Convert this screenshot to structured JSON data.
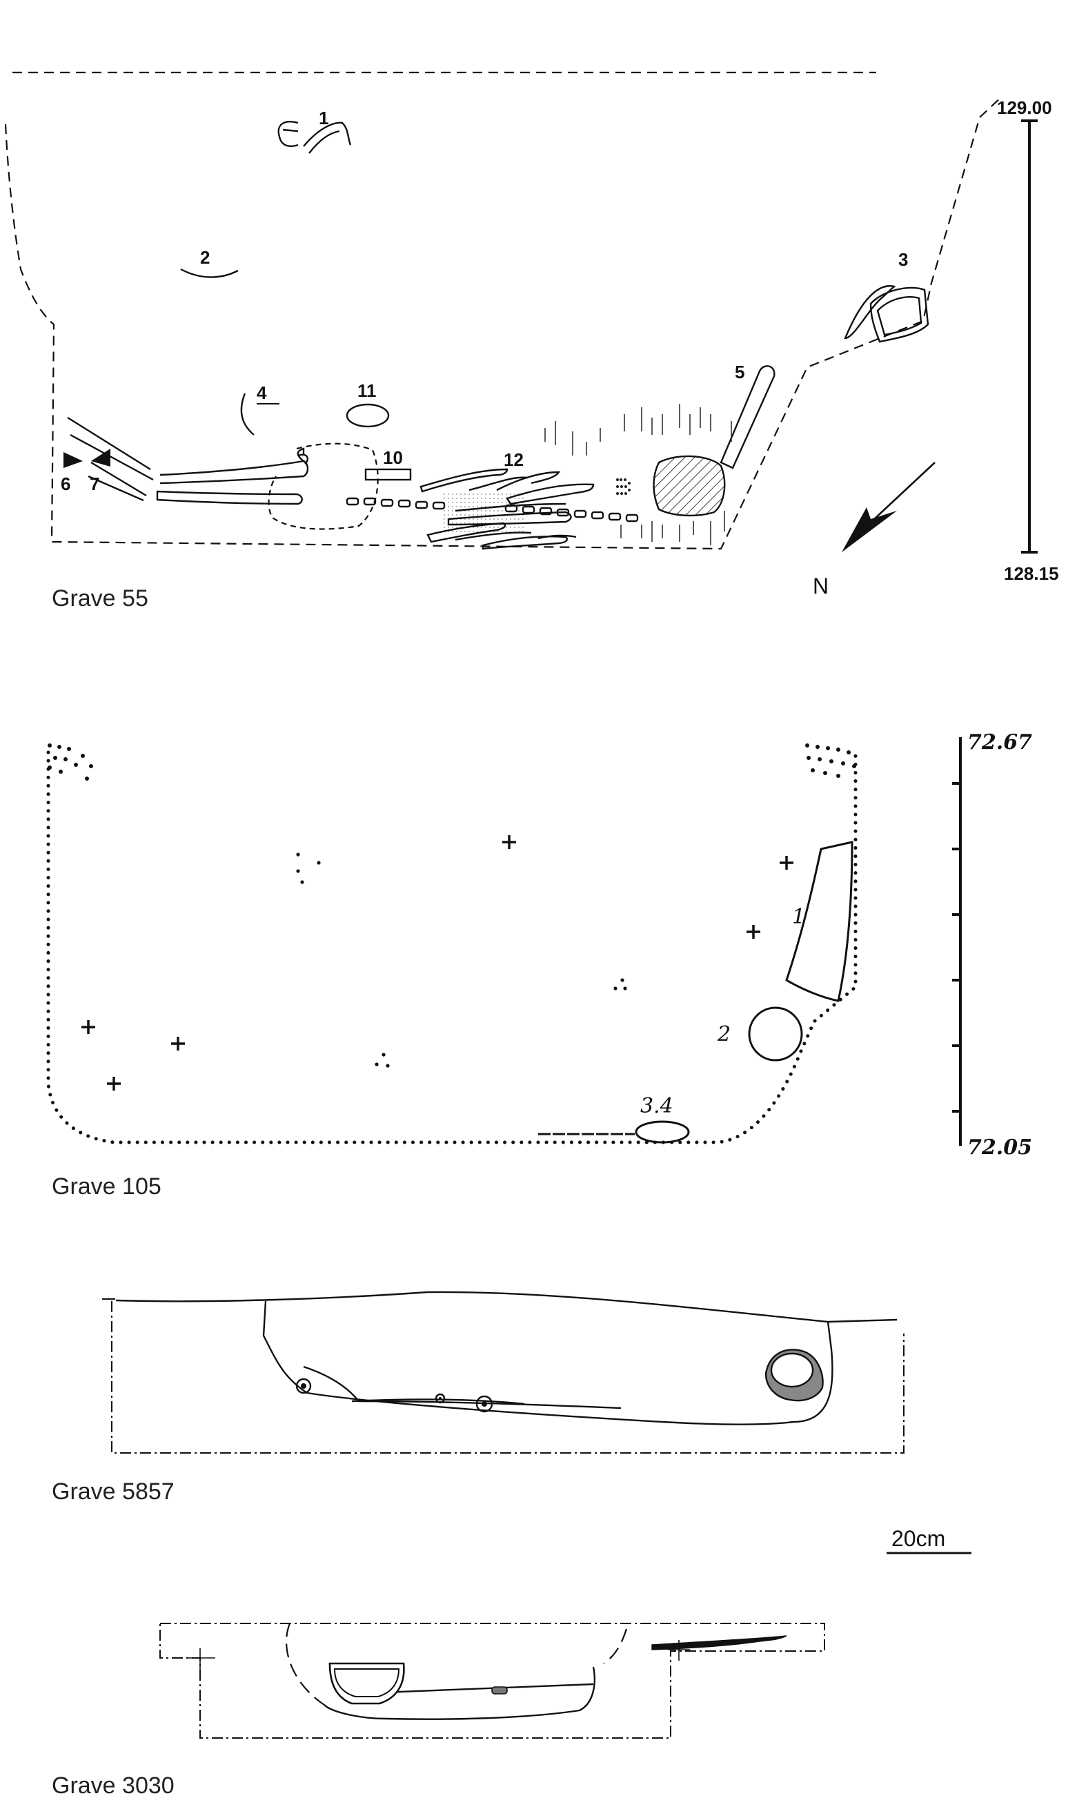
{
  "figure": {
    "graves": [
      {
        "caption": "Grave 55",
        "elevation_top": "129.00",
        "elevation_bottom": "128.15",
        "north_label": "N",
        "find_labels": [
          "1",
          "2",
          "3",
          "4",
          "5",
          "6",
          "7",
          "10",
          "11",
          "12"
        ]
      },
      {
        "caption": "Grave 105",
        "elevation_top": "72.67",
        "elevation_bottom": "72.05",
        "find_labels": [
          "1",
          "2",
          "3.4"
        ]
      },
      {
        "caption": "Grave 5857"
      },
      {
        "caption": "Grave 3030"
      }
    ],
    "scale_bar_label": "20cm"
  }
}
